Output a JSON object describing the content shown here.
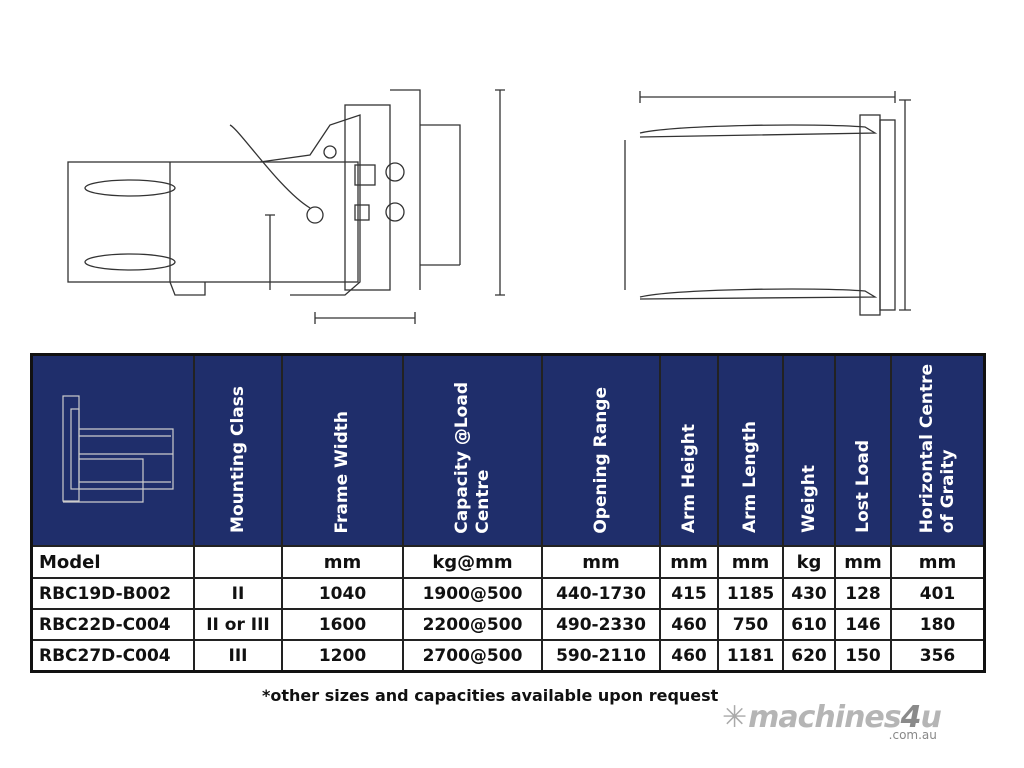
{
  "table": {
    "headers": [
      "Mounting Class",
      "Frame Width",
      "Capacity @Load Centre",
      "Opening Range",
      "Arm Height",
      "Arm Length",
      "Weight",
      "Lost Load",
      "Horizontal Centre of Graity"
    ],
    "header_lines": [
      [
        "Mounting Class"
      ],
      [
        "Frame Width"
      ],
      [
        "Capacity @Load",
        "Centre"
      ],
      [
        "Opening Range"
      ],
      [
        "Arm Height"
      ],
      [
        "Arm Length"
      ],
      [
        "Weight"
      ],
      [
        "Lost Load"
      ],
      [
        "Horizontal Centre",
        "of Graity"
      ]
    ],
    "units": [
      "Model",
      "",
      "mm",
      "kg@mm",
      "mm",
      "mm",
      "mm",
      "kg",
      "mm",
      "mm"
    ],
    "rows": [
      [
        "RBC19D-B002",
        "II",
        "1040",
        "1900@500",
        "440-1730",
        "415",
        "1185",
        "430",
        "128",
        "401"
      ],
      [
        "RBC22D-C004",
        "II or III",
        "1600",
        "2200@500",
        "490-2330",
        "460",
        "750",
        "610",
        "146",
        "180"
      ],
      [
        "RBC27D-C004",
        "III",
        "1200",
        "2700@500",
        "590-2110",
        "460",
        "1181",
        "620",
        "150",
        "356"
      ]
    ]
  },
  "note": "*other sizes and capacities available upon request",
  "logo": {
    "name": "machines",
    "four": "4",
    "u": "u",
    "domain": ".com.au"
  },
  "colors": {
    "header_bg": "#1f2e6b"
  }
}
